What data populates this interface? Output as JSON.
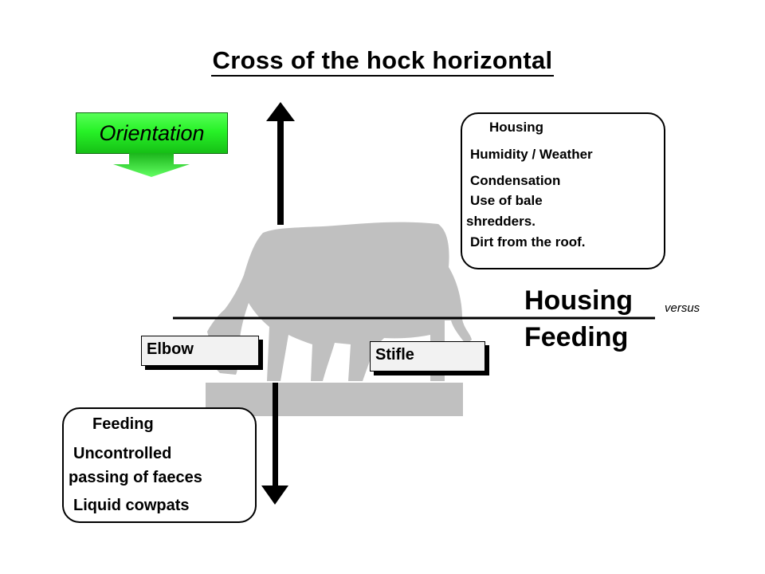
{
  "title": "Cross of the hock horizontal",
  "orientation": {
    "label": "Orientation"
  },
  "housing_box": {
    "lines": [
      "Housing",
      "Humidity / Weather",
      "Condensation",
      " Use of bale",
      "shredders.",
      " Dirt from the roof."
    ]
  },
  "feeding_box": {
    "lines": [
      "Feeding",
      "Uncontrolled",
      "passing of faeces",
      "Liquid cowpats"
    ]
  },
  "labels": {
    "elbow": "Elbow",
    "stifle": "Stifle"
  },
  "legend": {
    "housing": "Housing",
    "versus": "versus",
    "feeding": "Feeding"
  },
  "colors": {
    "orientation_green": "#2cf02c",
    "cow_silhouette": "#c0c0c0",
    "arrow": "#000000"
  }
}
